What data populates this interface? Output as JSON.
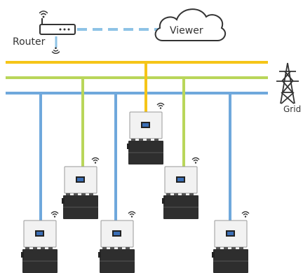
{
  "labels": {
    "router": "Router",
    "viewer": "Viewer",
    "grid": "Grid"
  },
  "colors": {
    "bus_yellow": "#F5C518",
    "bus_green": "#B9D65A",
    "bus_blue": "#6FA8DC",
    "link_dashed": "#8EC3E6",
    "inverter_top": "#F2F2F2",
    "battery_body": "#2E2E2E",
    "outline": "#333333"
  },
  "icons": [
    "router-icon",
    "cloud-icon",
    "wifi-icon",
    "transmission-tower-icon",
    "inverter-icon",
    "battery-icon"
  ],
  "network": {
    "buses": [
      "yellow",
      "green",
      "blue"
    ],
    "units": [
      {
        "bus": "yellow"
      },
      {
        "bus": "green"
      },
      {
        "bus": "green"
      },
      {
        "bus": "blue"
      },
      {
        "bus": "blue"
      },
      {
        "bus": "blue"
      }
    ]
  }
}
